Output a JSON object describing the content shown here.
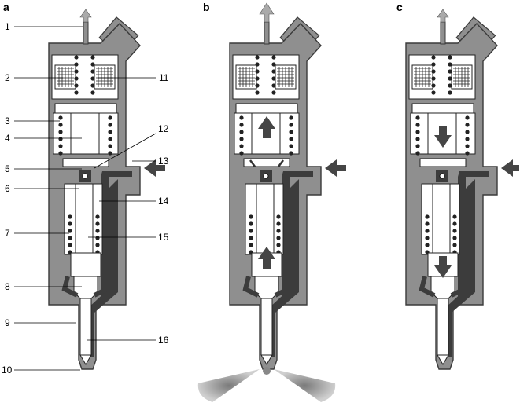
{
  "panels": [
    {
      "id": "a",
      "label": "a"
    },
    {
      "id": "b",
      "label": "b"
    },
    {
      "id": "c",
      "label": "c"
    }
  ],
  "callouts": {
    "left": [
      "1",
      "2",
      "3",
      "4",
      "5",
      "6",
      "7",
      "8",
      "9",
      "10"
    ],
    "right": [
      "11",
      "12",
      "13",
      "14",
      "15",
      "16"
    ]
  },
  "colors": {
    "body": "#8f8f8f",
    "body_outline": "#3a3a3a",
    "cavity": "#ffffff",
    "channel": "#3c3c3c",
    "arrow": "#454545",
    "spray": "#9a9a9a"
  }
}
